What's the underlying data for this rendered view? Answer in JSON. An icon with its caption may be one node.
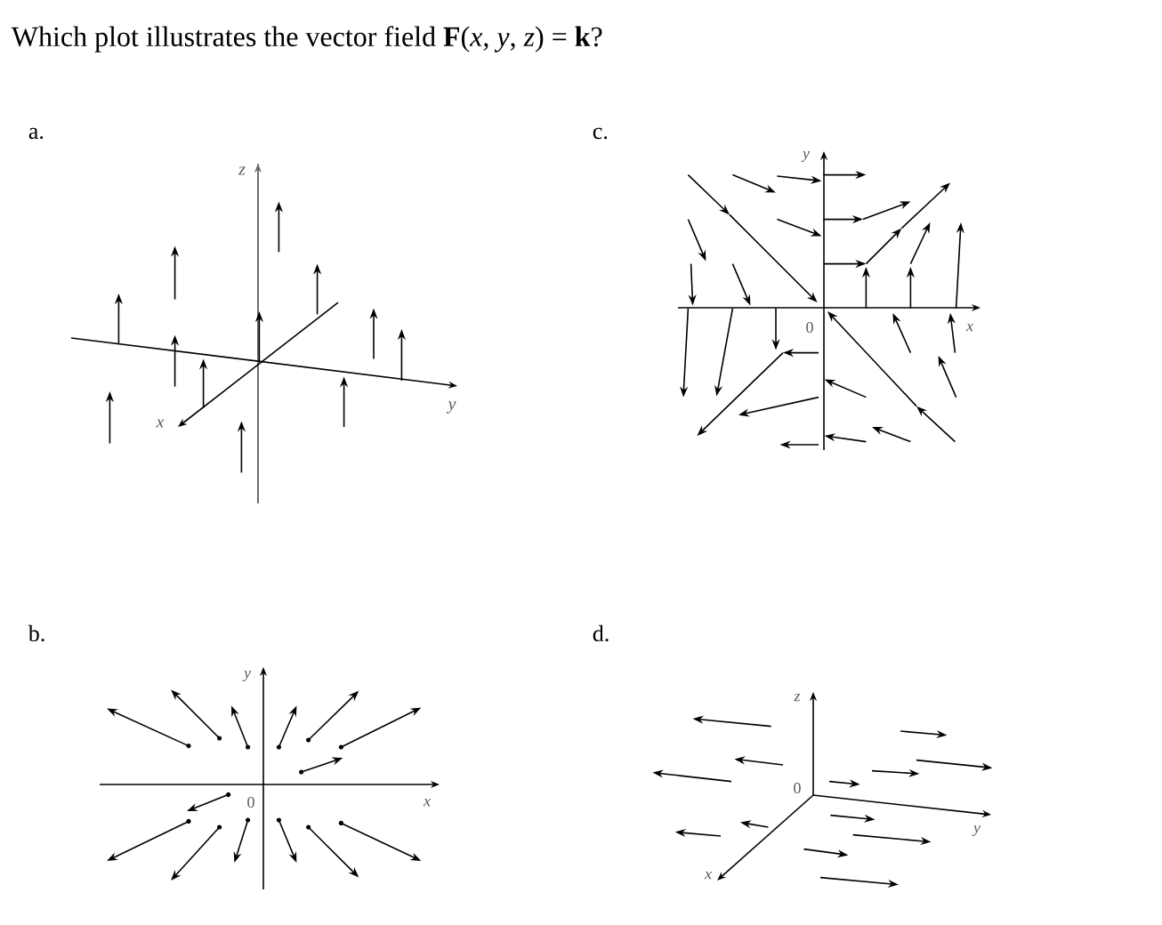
{
  "diagram": {
    "title": "Which plot illustrates the vector field **F**(*x*, *y*, *z*) = **k**?",
    "labels": [
      "a.",
      "z",
      "x",
      "y",
      "c.",
      "y",
      "0",
      "x",
      "b.",
      "y",
      "0",
      "x",
      "d.",
      "z",
      "0",
      "y",
      "x"
    ]
  }
}
